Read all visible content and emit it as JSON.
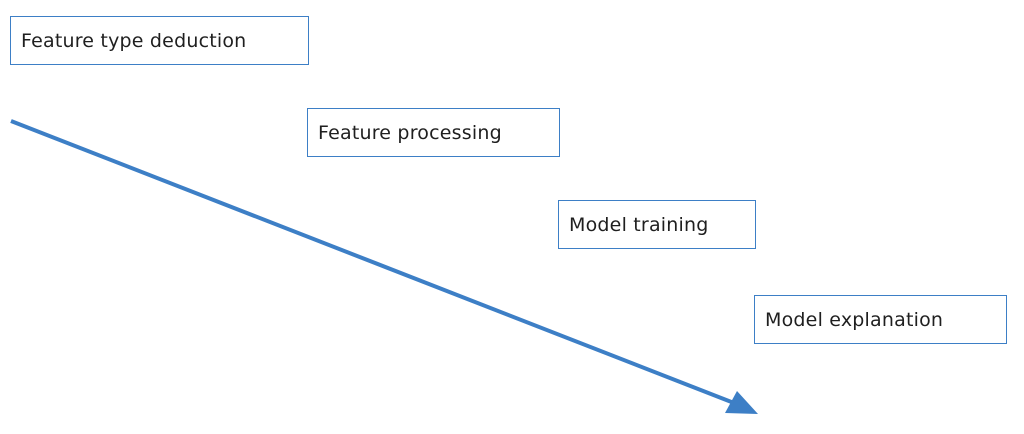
{
  "diagram": {
    "steps": [
      {
        "label": "Feature type deduction"
      },
      {
        "label": "Feature processing"
      },
      {
        "label": "Model training"
      },
      {
        "label": "Model explanation"
      }
    ],
    "colors": {
      "arrow": "#3d7fc6",
      "box_border": "#3d7fc6",
      "text": "#1f1f1f",
      "background": "#ffffff"
    }
  }
}
